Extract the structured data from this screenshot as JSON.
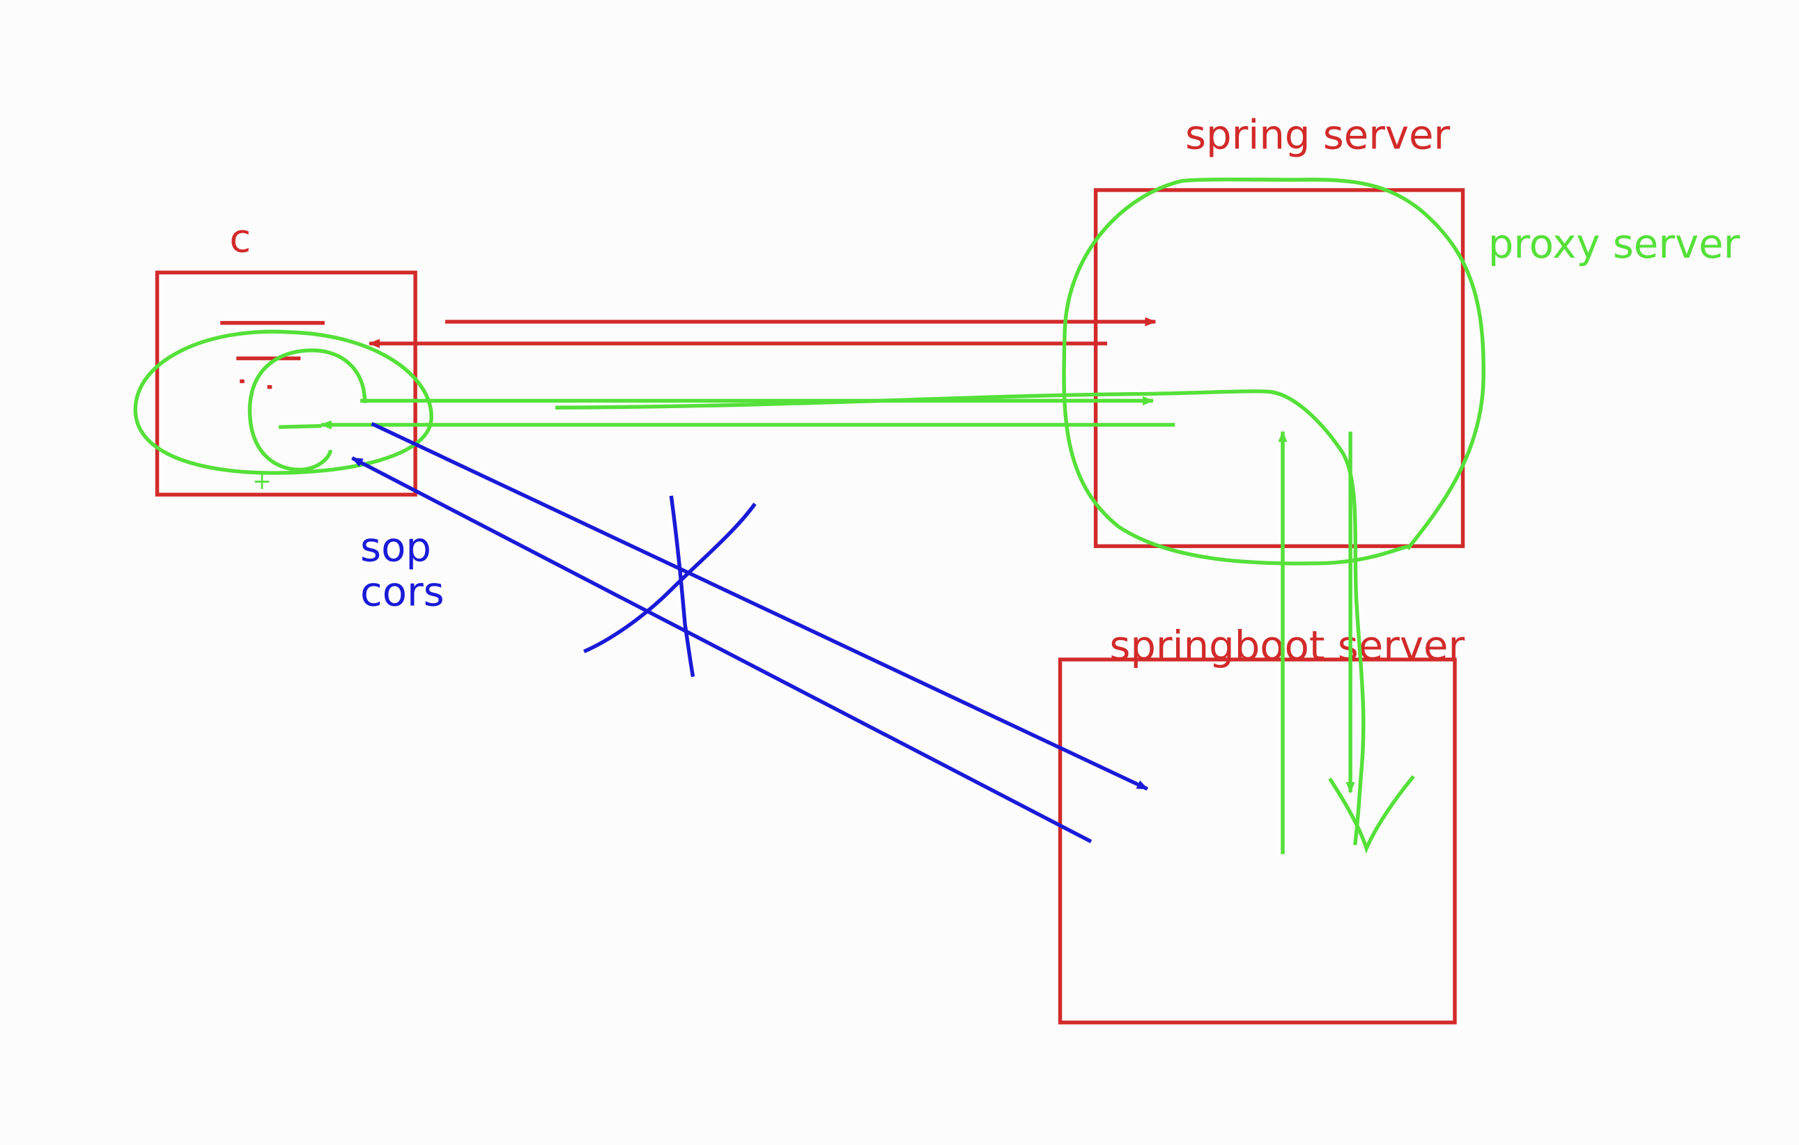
{
  "labels": {
    "client": "c",
    "spring_server": "spring server",
    "proxy_server": "proxy server",
    "springboot_server": "springboot server",
    "sop": "sop",
    "cors": "cors",
    "plus": "+"
  },
  "colors": {
    "red": "#d22a2a",
    "green": "#55e039",
    "blue": "#1a1ad8",
    "background": "#fcfcfc"
  }
}
